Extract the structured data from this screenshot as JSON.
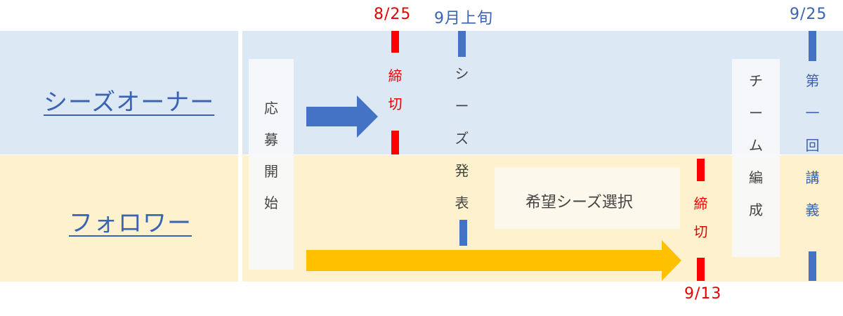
{
  "rows": {
    "seeds_owner": "シーズオーナー",
    "follower": "フォロワー"
  },
  "dates": {
    "owner_deadline": "8/25",
    "seeds_announce": "9月上旬",
    "first_lecture": "9/25",
    "follower_deadline": "9/13"
  },
  "steps": {
    "application_start": [
      "応",
      "募",
      "開",
      "始"
    ],
    "owner_deadline": [
      "締",
      "切"
    ],
    "seeds_announcement": [
      "シ",
      "ー",
      "ズ",
      "発",
      "表"
    ],
    "seeds_selection": "希望シーズ選択",
    "follower_deadline": [
      "締",
      "切"
    ],
    "team_formation": [
      "チ",
      "ー",
      "ム",
      "編",
      "成"
    ],
    "first_lecture": [
      "第",
      "一",
      "回",
      "講",
      "義"
    ]
  },
  "colors": {
    "owner_band": "#dde8f5",
    "follower_band": "#fef1cd",
    "blue_arrow": "#4472c4",
    "yellow_arrow": "#ffc000",
    "deadline_red": "#ff0000",
    "label_blue": "#3a63b4"
  }
}
